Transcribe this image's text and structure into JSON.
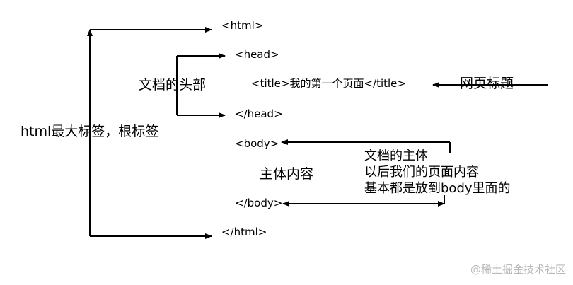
{
  "tags": {
    "html_open": "<html>",
    "head_open": "<head>",
    "title_line": "<title>我的第一个页面</title>",
    "head_close": "</head>",
    "body_open": "<body>",
    "body_close": "</body>",
    "html_close": "</html>"
  },
  "annotations": {
    "html_root": "html最大标签，根标签",
    "head_doc": "文档的头部",
    "page_title": "网页标题",
    "body_content": "主体内容",
    "body_line1": "文档的主体",
    "body_line2": "以后我们的页面内容",
    "body_line3": "基本都是放到body里面的"
  },
  "watermark": "@稀土掘金技术社区",
  "colors": {
    "ink": "#000000",
    "watermark": "#b8b8b8"
  }
}
